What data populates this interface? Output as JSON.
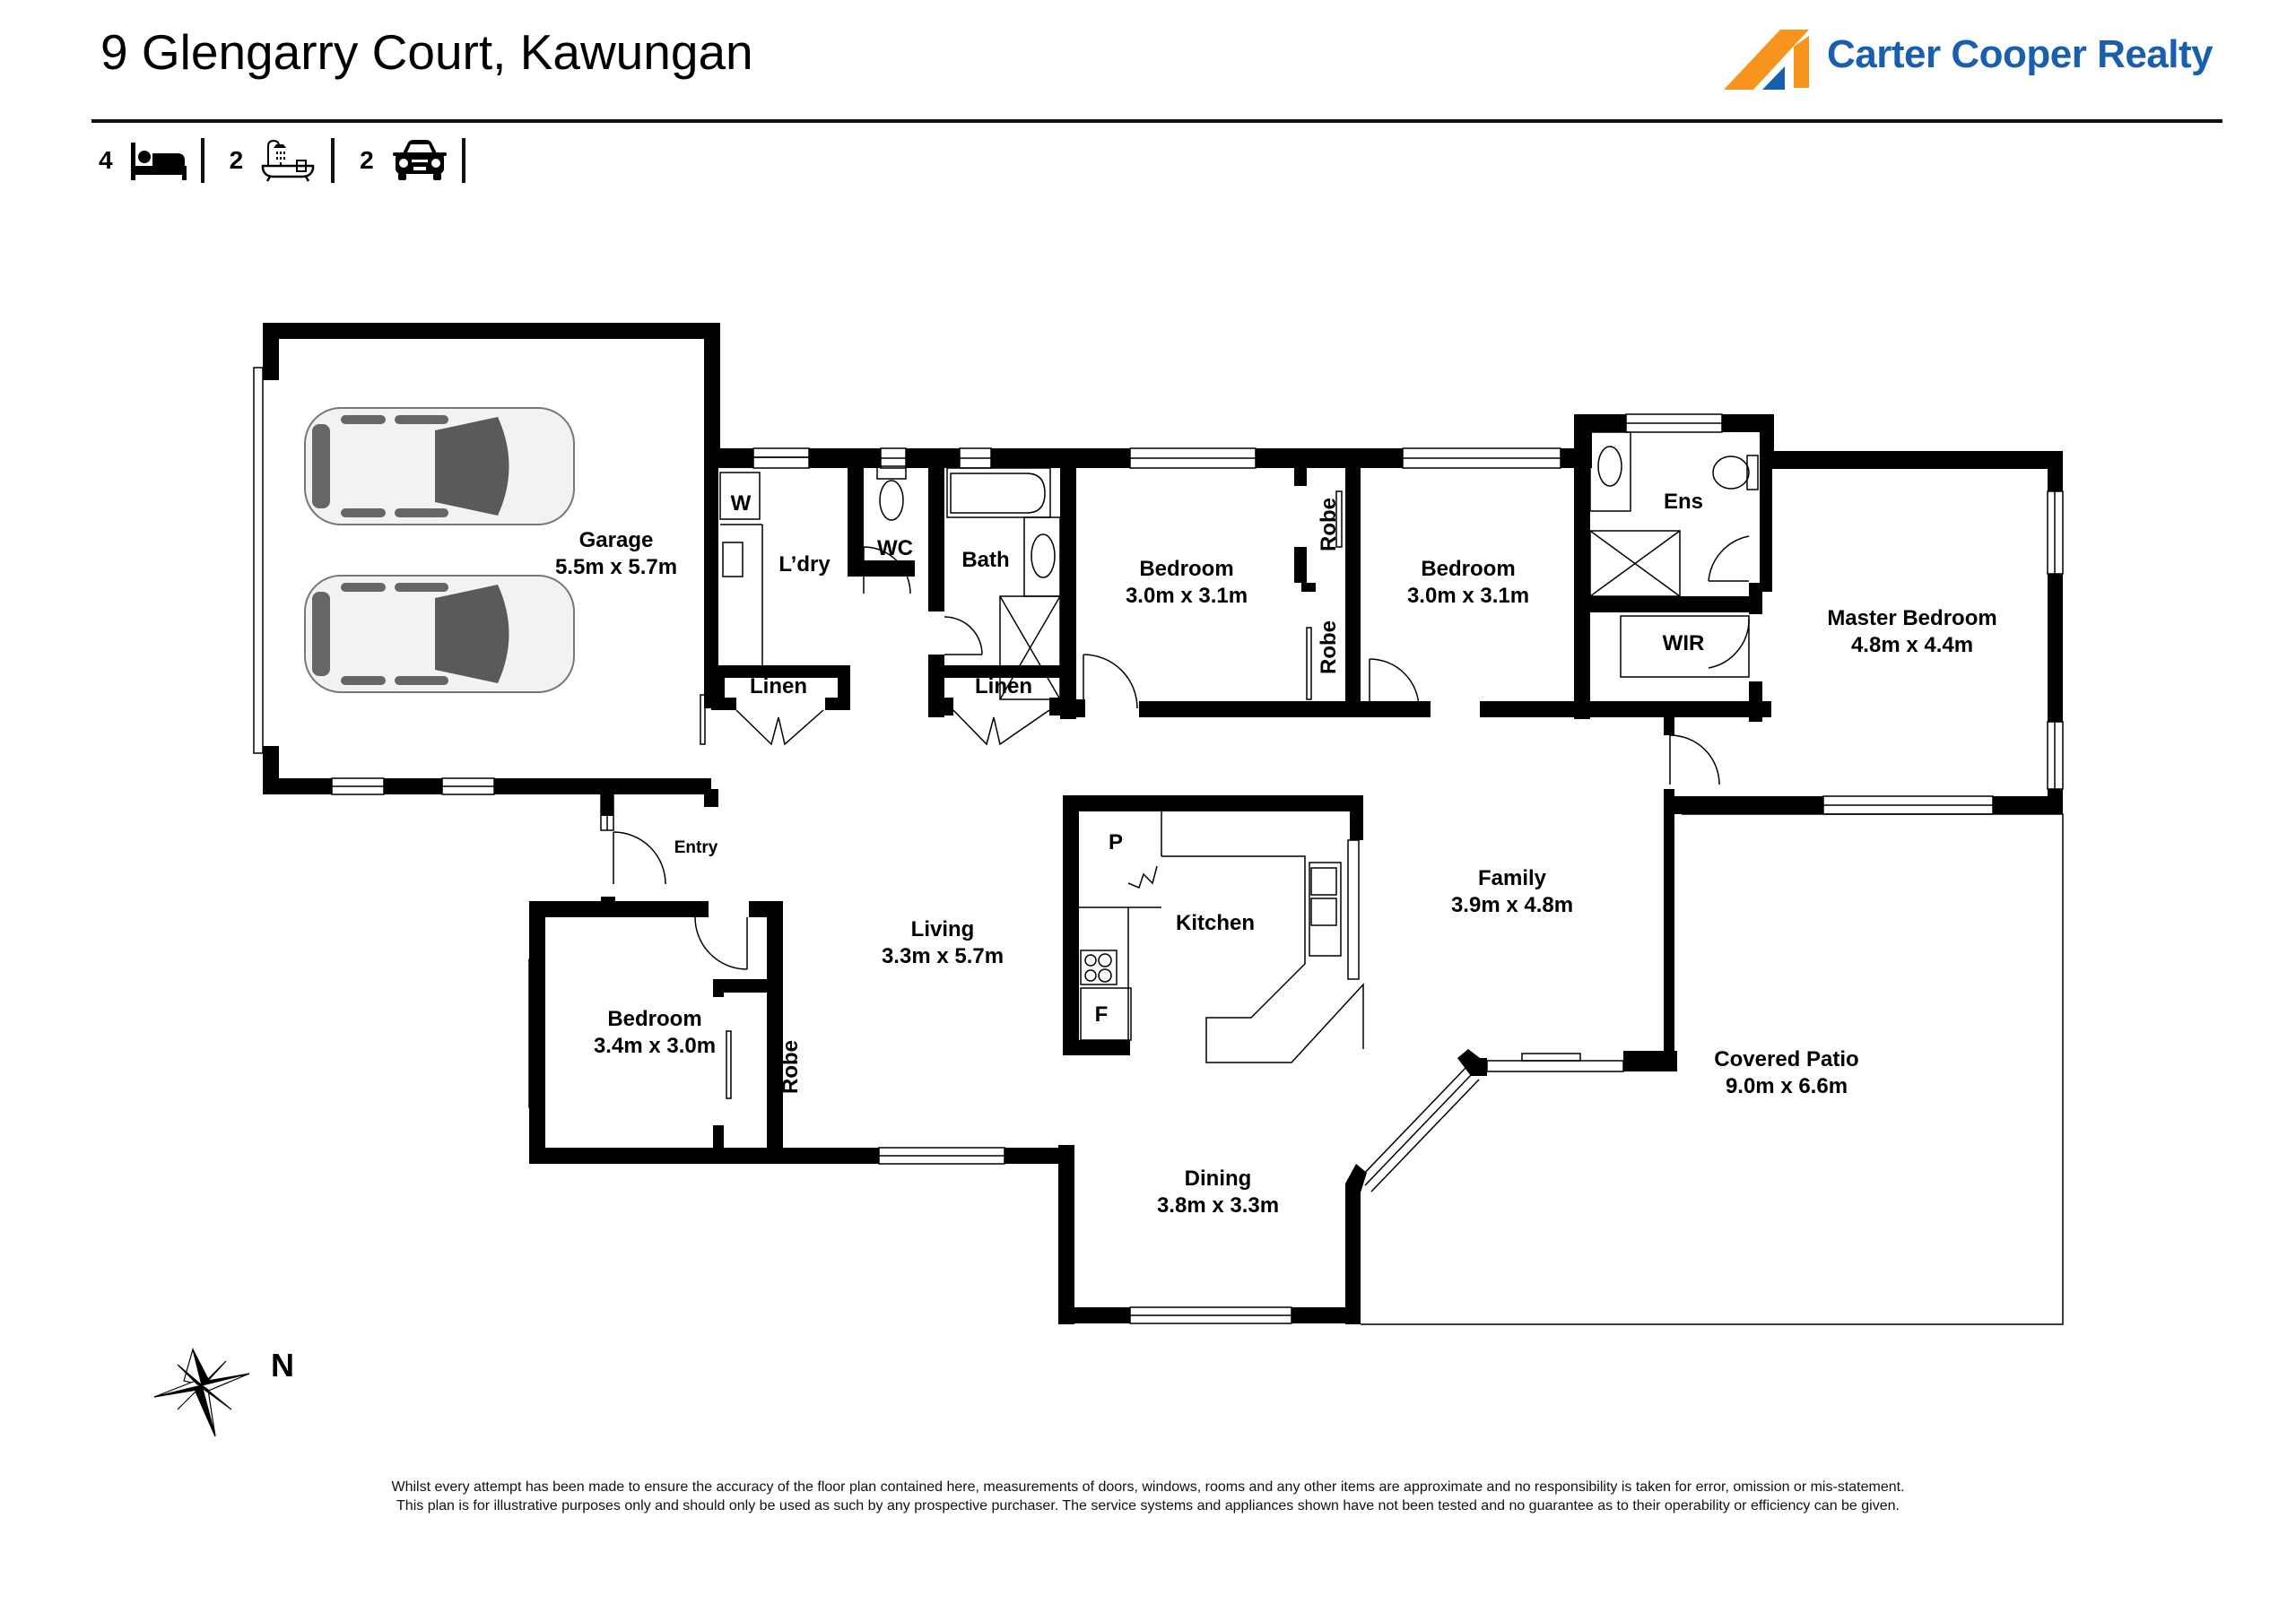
{
  "header": {
    "title": "9 Glengarry Court, Kawungan",
    "brand": {
      "name": "Carter Cooper Realty",
      "colors": {
        "orange": "#F7941D",
        "blue": "#1A5FAE"
      }
    }
  },
  "stats": [
    {
      "value": "4",
      "icon": "bed-icon"
    },
    {
      "value": "2",
      "icon": "bath-icon"
    },
    {
      "value": "2",
      "icon": "car-icon"
    }
  ],
  "rooms": {
    "garage": {
      "name": "Garage",
      "dims": "5.5m x 5.7m"
    },
    "laundry": {
      "name": "L’dry"
    },
    "washer": {
      "name": "W"
    },
    "wc": {
      "name": "WC"
    },
    "bath": {
      "name": "Bath"
    },
    "linen1": {
      "name": "Linen"
    },
    "linen2": {
      "name": "Linen"
    },
    "bedroom2": {
      "name": "Bedroom",
      "dims": "3.0m x 3.1m"
    },
    "bedroom3": {
      "name": "Bedroom",
      "dims": "3.0m x 3.1m"
    },
    "robe1": {
      "name": "Robe"
    },
    "robe2": {
      "name": "Robe"
    },
    "ensuite": {
      "name": "Ens"
    },
    "wir": {
      "name": "WIR"
    },
    "master": {
      "name": "Master Bedroom",
      "dims": "4.8m x 4.4m"
    },
    "entry": {
      "name": "Entry"
    },
    "living": {
      "name": "Living",
      "dims": "3.3m x 5.7m"
    },
    "kitchen": {
      "name": "Kitchen"
    },
    "pantry": {
      "name": "P"
    },
    "fridge": {
      "name": "F"
    },
    "family": {
      "name": "Family",
      "dims": "3.9m x 4.8m"
    },
    "bedroom4": {
      "name": "Bedroom",
      "dims": "3.4m x 3.0m"
    },
    "robe3": {
      "name": "Robe"
    },
    "dining": {
      "name": "Dining",
      "dims": "3.8m x 3.3m"
    },
    "patio": {
      "name": "Covered Patio",
      "dims": "9.0m x 6.6m"
    }
  },
  "compass": {
    "label": "N"
  },
  "disclaimer": {
    "line1": "Whilst every attempt has been made to ensure the accuracy of the floor plan contained here, measurements of doors, windows, rooms and any other items are approximate and no responsibility is taken for error, omission  or mis-statement.",
    "line2": "This plan is for illustrative purposes only and should only be used as such by any prospective purchaser. The service systems and appliances shown have not been tested and no guarantee as to their operability or efficiency can be given."
  }
}
